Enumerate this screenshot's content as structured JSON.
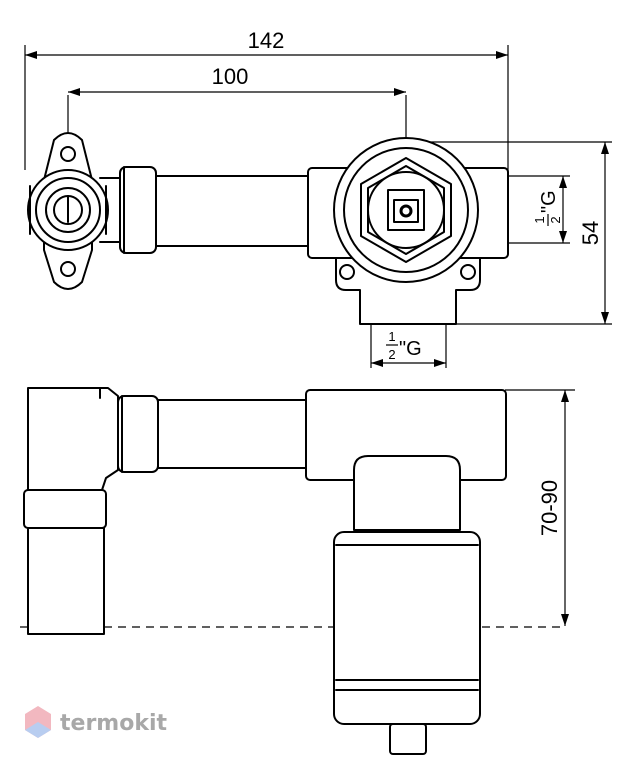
{
  "dimensions": {
    "overall_width": "142",
    "inlet_spacing": "100",
    "height_top_view": "54",
    "depth_range": "70-90"
  },
  "threads": {
    "right_port": {
      "num": "1",
      "den": "2",
      "suffix": "\"G"
    },
    "bottom_port": {
      "num": "1",
      "den": "2",
      "suffix": "\"G"
    }
  },
  "watermark": {
    "text": "termokit",
    "color": "#a8a8a8",
    "logo_colors": [
      "#f2b8c0",
      "#b8cdf0"
    ]
  }
}
